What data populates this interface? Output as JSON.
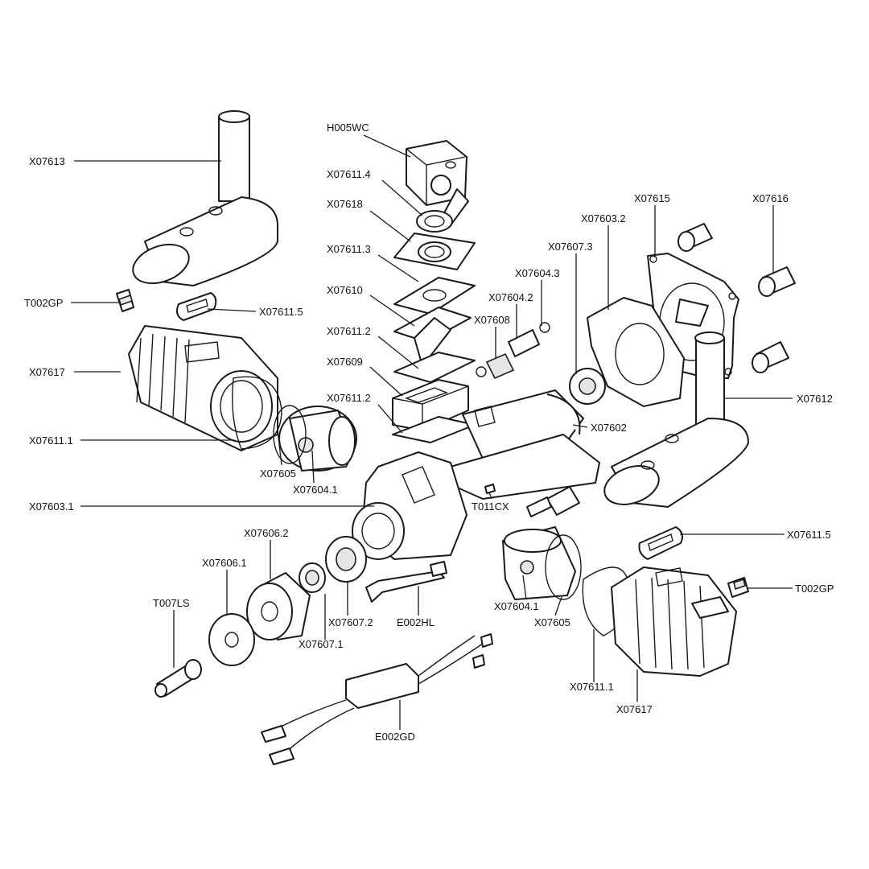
{
  "diagram": {
    "type": "exploded-parts-view",
    "callouts": [
      {
        "id": "c-x07613",
        "code": "X07613"
      },
      {
        "id": "c-t002gp-left",
        "code": "T002GP"
      },
      {
        "id": "c-x07611-5-left",
        "code": "X07611.5"
      },
      {
        "id": "c-x07617-left",
        "code": "X07617"
      },
      {
        "id": "c-x07611-1-left",
        "code": "X07611.1"
      },
      {
        "id": "c-x07605-left",
        "code": "X07605"
      },
      {
        "id": "c-x07604-1-left",
        "code": "X07604.1"
      },
      {
        "id": "c-x07603-1",
        "code": "X07603.1"
      },
      {
        "id": "c-h005wc",
        "code": "H005WC"
      },
      {
        "id": "c-x07611-4",
        "code": "X07611.4"
      },
      {
        "id": "c-x07618",
        "code": "X07618"
      },
      {
        "id": "c-x07611-3",
        "code": "X07611.3"
      },
      {
        "id": "c-x07610",
        "code": "X07610"
      },
      {
        "id": "c-x07611-2-a",
        "code": "X07611.2"
      },
      {
        "id": "c-x07609",
        "code": "X07609"
      },
      {
        "id": "c-x07611-2-b",
        "code": "X07611.2"
      },
      {
        "id": "c-x07615",
        "code": "X07615"
      },
      {
        "id": "c-x07616",
        "code": "X07616"
      },
      {
        "id": "c-x07603-2",
        "code": "X07603.2"
      },
      {
        "id": "c-x07607-3",
        "code": "X07607.3"
      },
      {
        "id": "c-x07604-3",
        "code": "X07604.3"
      },
      {
        "id": "c-x07604-2",
        "code": "X07604.2"
      },
      {
        "id": "c-x07608",
        "code": "X07608"
      },
      {
        "id": "c-x07612",
        "code": "X07612"
      },
      {
        "id": "c-x07602",
        "code": "X07602"
      },
      {
        "id": "c-t011cx",
        "code": "T011CX"
      },
      {
        "id": "c-x07606-2",
        "code": "X07606.2"
      },
      {
        "id": "c-x07606-1",
        "code": "X07606.1"
      },
      {
        "id": "c-t007ls",
        "code": "T007LS"
      },
      {
        "id": "c-x07607-2",
        "code": "X07607.2"
      },
      {
        "id": "c-x07607-1",
        "code": "X07607.1"
      },
      {
        "id": "c-e002hl",
        "code": "E002HL"
      },
      {
        "id": "c-x07611-5-right",
        "code": "X07611.5"
      },
      {
        "id": "c-t002gp-right",
        "code": "T002GP"
      },
      {
        "id": "c-x07604-1-right",
        "code": "X07604.1"
      },
      {
        "id": "c-x07605-right",
        "code": "X07605"
      },
      {
        "id": "c-x07611-1-right",
        "code": "X07611.1"
      },
      {
        "id": "c-x07617-right",
        "code": "X07617"
      },
      {
        "id": "c-e002gd",
        "code": "E002GD"
      }
    ]
  }
}
